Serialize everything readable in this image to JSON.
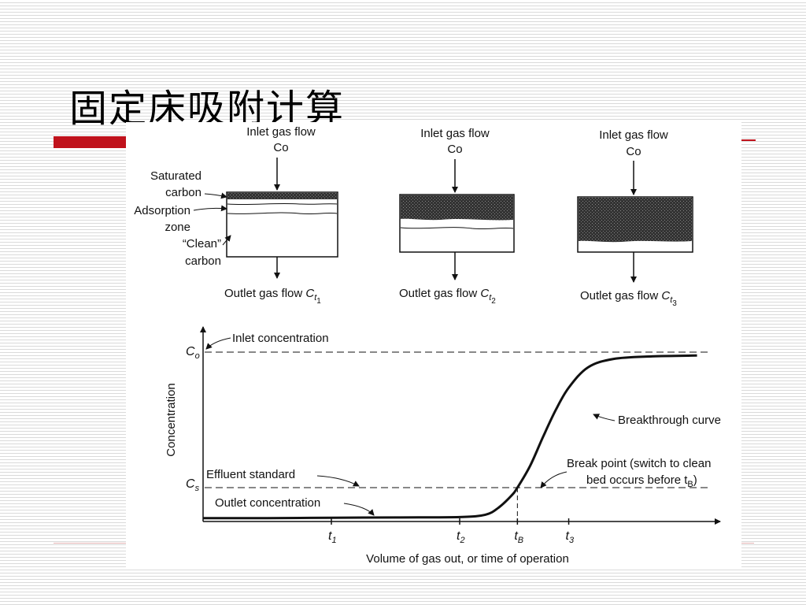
{
  "title": "固定床吸附计算",
  "colors": {
    "accent": "#c0121c",
    "ink": "#111111",
    "saturated_fill": "#3a3a3a"
  },
  "columns": [
    {
      "inlet_label": "Inlet gas flow",
      "inlet_symbol": "Co",
      "outlet_label": "Outlet gas flow",
      "outlet_base": "C",
      "outlet_sub": "t",
      "outlet_subsub": "1"
    },
    {
      "inlet_label": "Inlet gas flow",
      "inlet_symbol": "Co",
      "outlet_label": "Outlet gas flow",
      "outlet_base": "C",
      "outlet_sub": "t",
      "outlet_subsub": "2"
    },
    {
      "inlet_label": "Inlet gas flow",
      "inlet_symbol": "Co",
      "outlet_label": "Outlet gas flow",
      "outlet_base": "C",
      "outlet_sub": "t",
      "outlet_subsub": "3"
    }
  ],
  "zone_labels": {
    "saturated": [
      "Saturated",
      "carbon"
    ],
    "adsorption": [
      "Adsorption",
      "zone"
    ],
    "clean": [
      "“Clean”",
      "carbon"
    ]
  },
  "chart_data": {
    "type": "line",
    "ylabel": "Concentration",
    "xlabel": "Volume of gas out, or time of operation",
    "y_ticks": [
      {
        "base": "C",
        "sub": "o"
      },
      {
        "base": "C",
        "sub": "s"
      }
    ],
    "x_ticks": [
      {
        "base": "t",
        "sub": "1",
        "x": 1
      },
      {
        "base": "t",
        "sub": "2",
        "x": 2
      },
      {
        "base": "t",
        "sub": "B",
        "x": 2.45
      },
      {
        "base": "t",
        "sub": "3",
        "x": 2.85
      }
    ],
    "xlim": [
      0,
      4
    ],
    "ylim": [
      0,
      1
    ],
    "reference_lines": [
      {
        "name": "Inlet concentration",
        "y": 1.0
      },
      {
        "name": "Effluent standard",
        "y": 0.2
      }
    ],
    "series": [
      {
        "name": "Breakthrough curve",
        "points": [
          [
            0,
            0.02
          ],
          [
            0.5,
            0.02
          ],
          [
            1,
            0.022
          ],
          [
            1.5,
            0.024
          ],
          [
            2,
            0.026
          ],
          [
            2.2,
            0.04
          ],
          [
            2.3,
            0.08
          ],
          [
            2.4,
            0.15
          ],
          [
            2.45,
            0.2
          ],
          [
            2.55,
            0.33
          ],
          [
            2.65,
            0.5
          ],
          [
            2.75,
            0.66
          ],
          [
            2.85,
            0.79
          ],
          [
            3.0,
            0.91
          ],
          [
            3.2,
            0.96
          ],
          [
            3.5,
            0.975
          ],
          [
            3.85,
            0.98
          ]
        ]
      }
    ],
    "annotations": [
      "Inlet concentration",
      "Effluent standard",
      "Outlet concentration",
      "Breakthrough curve",
      "Break point (switch to clean",
      "bed occurs before t"
    ],
    "breakpoint_sub": "B"
  }
}
